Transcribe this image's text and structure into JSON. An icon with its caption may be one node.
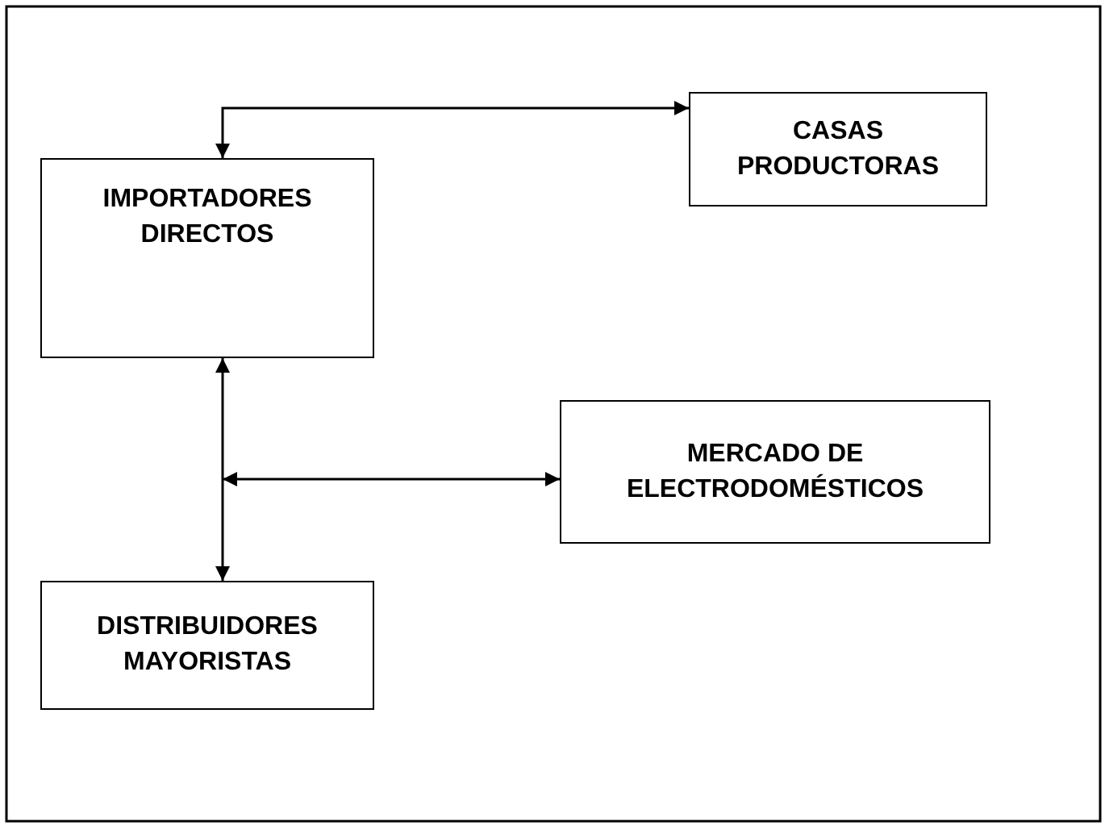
{
  "diagram": {
    "nodes": [
      {
        "text": [
          "CASAS PRODUCTORAS"
        ]
      },
      {
        "text": [
          "IMPORTADORES DIRECTOS"
        ]
      },
      {
        "text": [
          "MERCADO DE ELECTRODOMÉSTICOS"
        ]
      },
      {
        "text": [
          "DISTRIBUIDORES MAYORISTAS"
        ]
      }
    ],
    "edges": [
      {
        "from": 1,
        "to": 0,
        "arrow": "both"
      },
      {
        "from": 1,
        "to": 3,
        "arrow": "both"
      },
      {
        "from": null,
        "to": 2,
        "arrow": "both"
      }
    ]
  }
}
